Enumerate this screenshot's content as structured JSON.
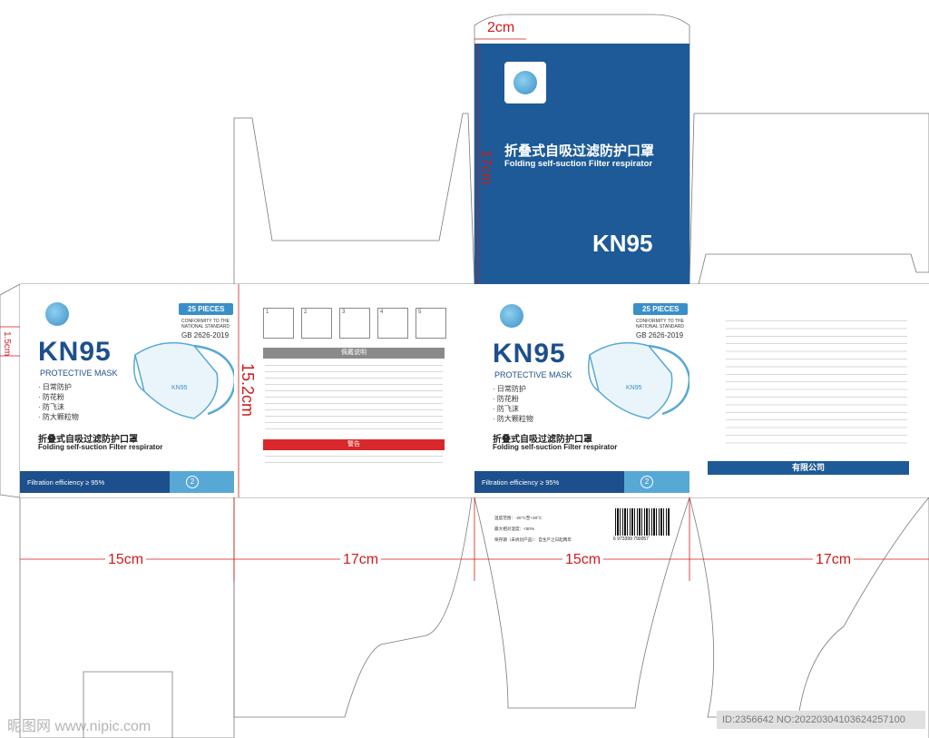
{
  "measurements": {
    "top_width": "2cm",
    "top_height": "17cm",
    "side_flap": "1.5cm",
    "panel_height": "15.2cm",
    "width_a": "15cm",
    "width_b": "17cm",
    "width_c": "15cm",
    "width_d": "17cm"
  },
  "top_panel": {
    "title_zh": "折叠式自吸过滤防护口罩",
    "title_en": "Folding self-suction Filter respirator",
    "product": "KN95"
  },
  "front": {
    "badge": "25 PIECES",
    "conformity_line1": "CONFORMITY TO THE",
    "conformity_line2": "NATIONAL STANDARD",
    "standard": "GB 2626-2019",
    "product": "KN95",
    "subtitle": "PROTECTIVE MASK",
    "features": [
      "· 日常防护",
      "· 防花粉",
      "· 防飞沫",
      "· 防大颗粒物"
    ],
    "title_zh": "折叠式自吸过滤防护口罩",
    "title_en": "Folding self-suction Filter respirator",
    "filtration": "Filtration efficiency ≥ 95%",
    "single_use": "2",
    "mask_label": "KN95"
  },
  "instructions": {
    "header": "佩戴说明",
    "warning_header": "警告",
    "steps": [
      "1",
      "2",
      "3",
      "4",
      "5"
    ]
  },
  "info_panel": {
    "company": "有限公司"
  },
  "bottom_labels": {
    "temp": "温度范围：-20°C至+30°C",
    "humidity": "最大相对湿度：<80%",
    "storage": "保存期（未拆封产品）：自生产之日起两年",
    "barcode": "6 973399 790057"
  },
  "watermark": {
    "left": "昵图网 www.nipic.com",
    "right": "ID:2356642 NO:20220304103624257100"
  },
  "colors": {
    "brand_blue": "#1d4f8c",
    "light_blue": "#58a8d6",
    "measure_red": "#d11a1a",
    "warning_red": "#d9282b"
  }
}
